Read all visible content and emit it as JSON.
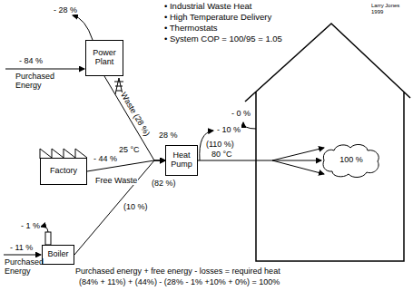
{
  "diagram": {
    "nodes": [
      {
        "text": [
          "Power Plant"
        ]
      },
      {
        "text": [
          "Factory"
        ]
      },
      {
        "text": [
          "Boiler"
        ]
      },
      {
        "text": [
          "Heat Pump"
        ]
      },
      {
        "text": [
          "100 %"
        ]
      }
    ],
    "edges": [
      {
        "from": 0,
        "to": 3,
        "label": "Waste (28 %)",
        "arrow": "to"
      },
      {
        "from": 1,
        "to": 3,
        "arrow": "to"
      },
      {
        "from": 2,
        "to": 3,
        "label": "(10 %)",
        "arrow": "to"
      },
      {
        "from": 3,
        "to": 4,
        "arrow": "to"
      }
    ],
    "labels": [
      "- 28 %",
      "- 84 %",
      "Purchased Energy",
      "28 %",
      "- 44 %",
      "Free Waste",
      "25 °C",
      "(82 %)",
      "- 1 %",
      "- 11 %",
      "Purchased Energy",
      "- 0 %",
      "- 10 %",
      "(110 %)",
      "80 °C",
      "Purchased energy + free energy - losses = required heat",
      "(84% + 11%) + (44%) - (28% - 1% +10% + 0%) = 100%",
      "Larry Jones 1999",
      "• Industrial Waste Heat",
      "• High Temperature Delivery",
      "• Thermostats",
      "• System COP = 100/95 = 1.05"
    ]
  }
}
